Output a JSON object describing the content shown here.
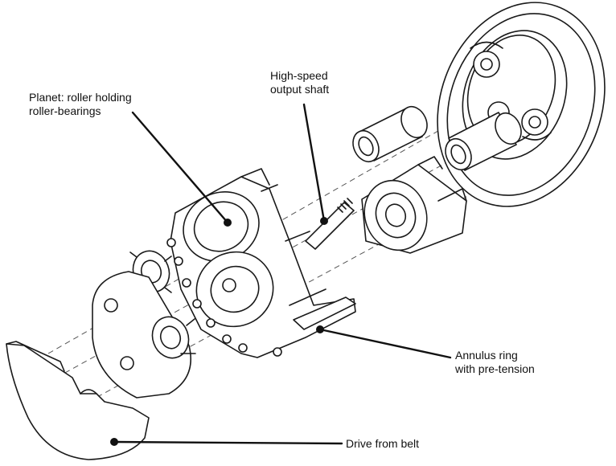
{
  "labels": {
    "planet_line1": "Planet: roller holding",
    "planet_line2": "roller-bearings",
    "shaft_line1": "High-speed",
    "shaft_line2": "output shaft",
    "annulus_line1": "Annulus ring",
    "annulus_line2": "with pre-tension",
    "drive": "Drive from belt"
  },
  "colors": {
    "line": "#1a1a1a",
    "background": "#ffffff"
  }
}
